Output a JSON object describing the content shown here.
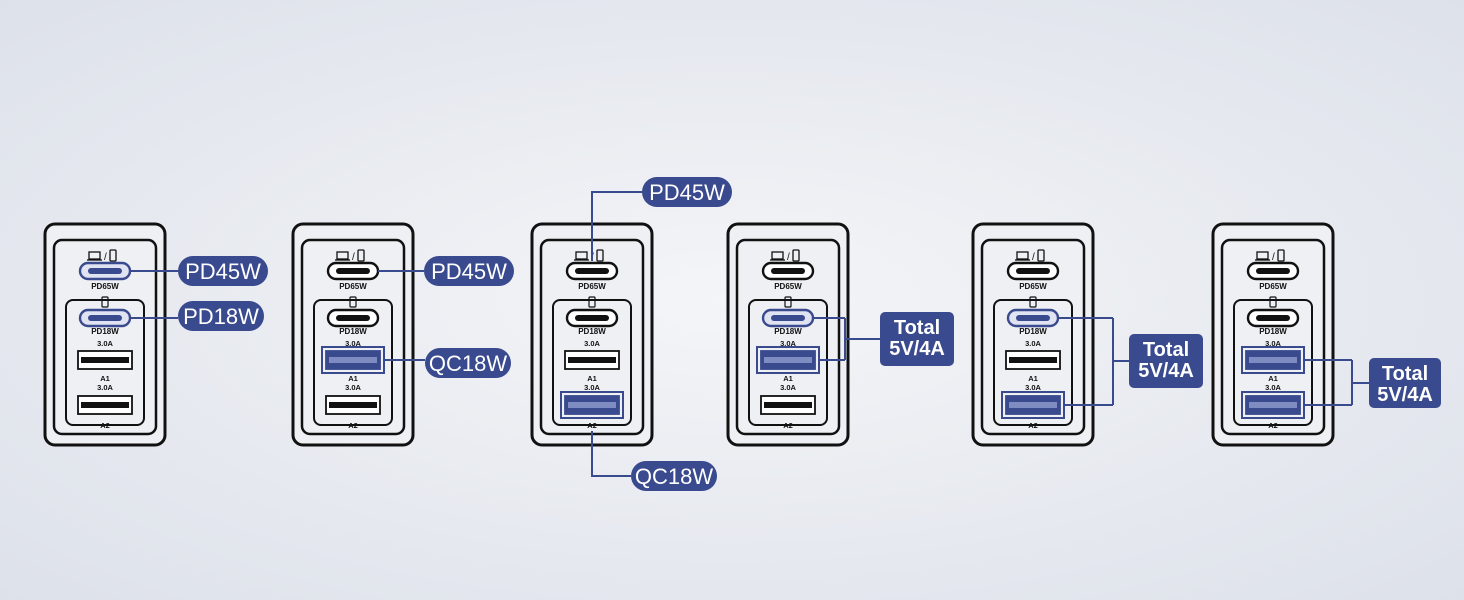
{
  "port_text": {
    "c1": "PD65W",
    "c2": "PD18W",
    "a1_current": "3.0A",
    "a1": "A1",
    "a2_current": "3.0A",
    "a2": "A2",
    "laptop_phone_icon": "laptop-phone-icon",
    "phone_icon": "phone-icon"
  },
  "colors": {
    "accent": "#3a4a8e",
    "outline": "#111111",
    "body": "#eef0f3"
  },
  "configs": [
    {
      "id": "config-1",
      "highlight": [
        "c1",
        "c2"
      ],
      "callouts": [
        {
          "text": "PD45W",
          "port": "c1"
        },
        {
          "text": "PD18W",
          "port": "c2"
        }
      ]
    },
    {
      "id": "config-2",
      "highlight": [
        "a1"
      ],
      "callouts": [
        {
          "text": "PD45W",
          "port": "c1"
        },
        {
          "text": "QC18W",
          "port": "a1"
        }
      ]
    },
    {
      "id": "config-3",
      "highlight": [
        "a2"
      ],
      "callouts": [
        {
          "text": "PD45W",
          "port": "c1"
        },
        {
          "text": "QC18W",
          "port": "a2"
        }
      ]
    },
    {
      "id": "config-4",
      "highlight": [
        "c2",
        "a1"
      ],
      "callouts": [
        {
          "text": "Total\n5V/4A",
          "ports": [
            "c2",
            "a1"
          ]
        }
      ]
    },
    {
      "id": "config-5",
      "highlight": [
        "c2",
        "a2"
      ],
      "callouts": [
        {
          "text": "Total\n5V/4A",
          "ports": [
            "c2",
            "a2"
          ]
        }
      ]
    },
    {
      "id": "config-6",
      "highlight": [
        "a1",
        "a2"
      ],
      "callouts": [
        {
          "text": "Total\n5V/4A",
          "ports": [
            "a1",
            "a2"
          ]
        }
      ]
    }
  ]
}
